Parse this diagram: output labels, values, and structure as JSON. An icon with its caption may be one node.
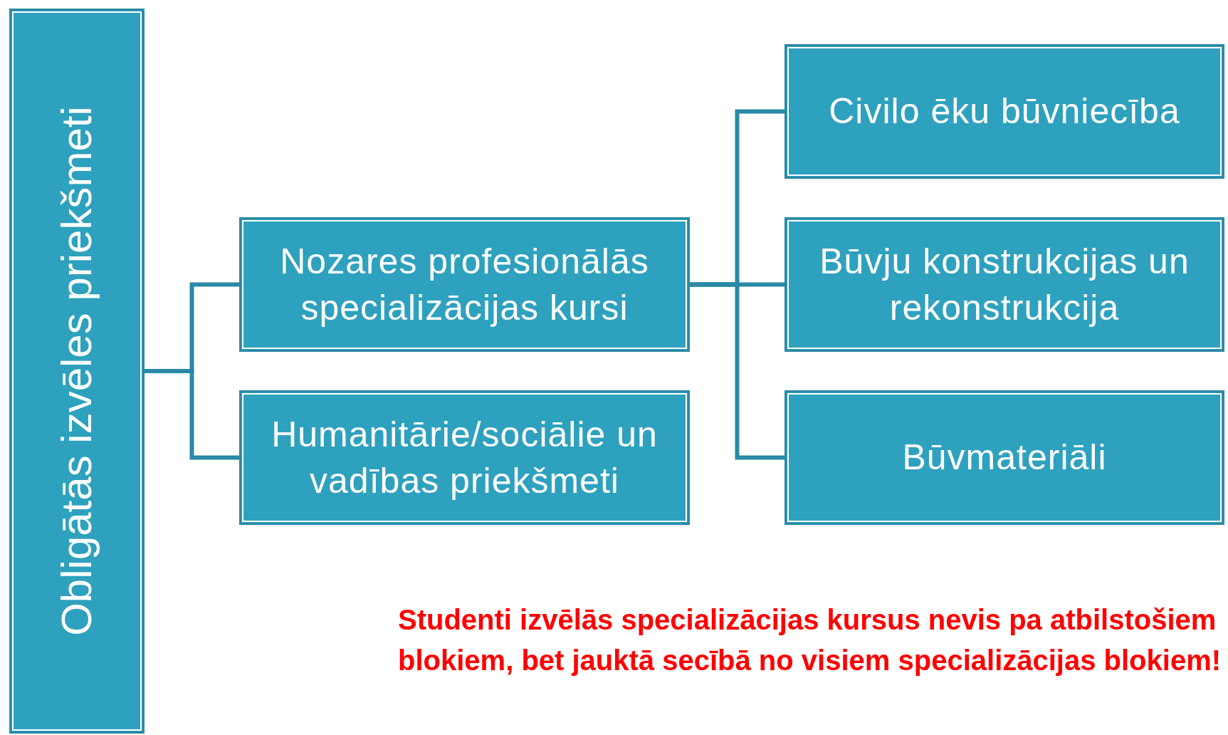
{
  "diagram": {
    "nodes": [
      {
        "text": [
          "Obligātās izvēles priekšmeti"
        ]
      },
      {
        "text": [
          "Nozares profesionālās specializācijas kursi"
        ]
      },
      {
        "text": [
          "Humanitārie/sociālie un vadības priekšmeti"
        ]
      },
      {
        "text": [
          "Civilo ēku būvniecība"
        ]
      },
      {
        "text": [
          "Būvju konstrukcijas un rekonstrukcija"
        ]
      },
      {
        "text": [
          "Būvmateriāli"
        ]
      }
    ],
    "edges": [
      {
        "from": 0,
        "to": 1,
        "arrow": "none"
      },
      {
        "from": 0,
        "to": 2,
        "arrow": "none"
      },
      {
        "from": 1,
        "to": 3,
        "arrow": "none"
      },
      {
        "from": 1,
        "to": 4,
        "arrow": "none"
      },
      {
        "from": 1,
        "to": 5,
        "arrow": "none"
      }
    ],
    "labels": [
      "Studenti izvēlās specializācijas kursus nevis pa atbilstošiem blokiem, bet jauktā secībā no visiem specializācijas blokiem!"
    ]
  }
}
